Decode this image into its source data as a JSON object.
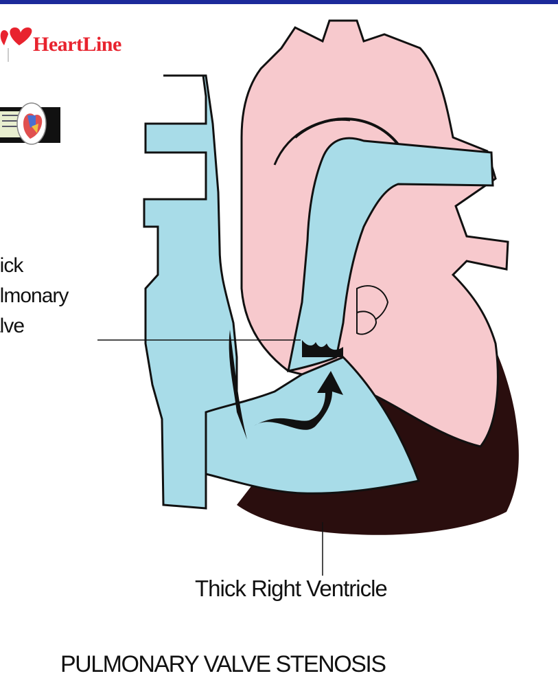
{
  "logo": {
    "text": "HeartLine",
    "icon": "heart-icon"
  },
  "thumbnail": {
    "icon": "heart-thumbnail-icon"
  },
  "labels": {
    "valve_line1": "hick",
    "valve_line2": "ulmonary",
    "valve_line3": "alve",
    "right_ventricle": "Thick Right Ventricle"
  },
  "caption": "PULMONARY VALVE STENOSIS",
  "colors": {
    "blue": "#a8dce8",
    "pink": "#f7c9cd",
    "dark": "#2a0e0e",
    "brand_red": "#e8232e",
    "top_bar": "#1c2a9a"
  }
}
